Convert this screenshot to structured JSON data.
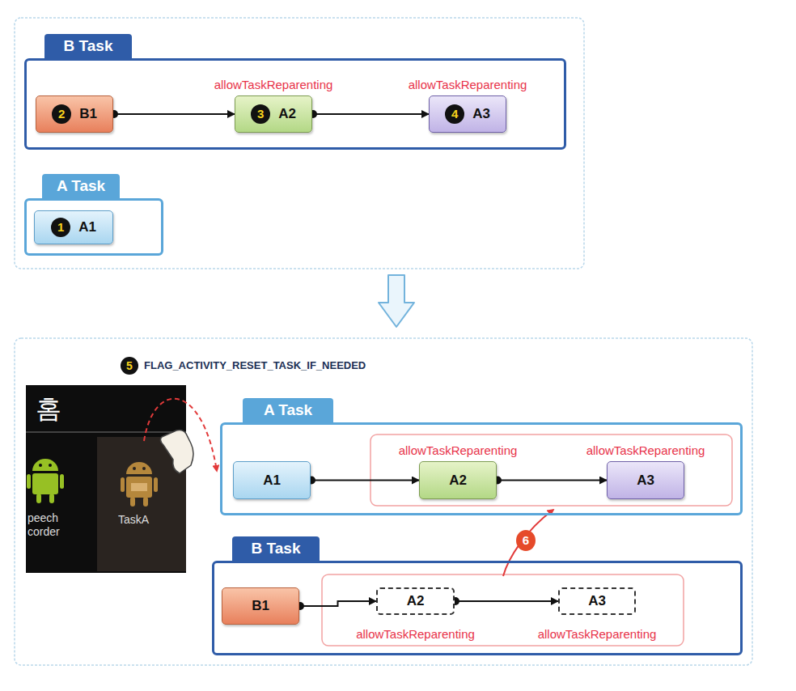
{
  "diagram": {
    "nodes": [
      {
        "text": [
          "B Task"
        ]
      },
      {
        "text": [
          "2",
          "B1"
        ],
        "in": 0
      },
      {
        "text": [
          "allowTaskReparenting",
          "3",
          "A2"
        ],
        "in": 0
      },
      {
        "text": [
          "allowTaskReparenting",
          "4",
          "A3"
        ],
        "in": 0
      },
      {
        "text": [
          "A Task"
        ]
      },
      {
        "text": [
          "1",
          "A1"
        ],
        "in": 4
      },
      {
        "text": [
          "A Task"
        ]
      },
      {
        "text": [
          "A1"
        ],
        "in": 6
      },
      {
        "text": [
          "allowTaskReparenting",
          "A2"
        ],
        "in": 6
      },
      {
        "text": [
          "allowTaskReparenting",
          "A3"
        ],
        "in": 6
      },
      {
        "text": [
          "B Task"
        ]
      },
      {
        "text": [
          "B1"
        ],
        "in": 10
      },
      {
        "text": [
          "A2",
          "allowTaskReparenting"
        ],
        "in": 10
      },
      {
        "text": [
          "A3",
          "allowTaskReparenting"
        ],
        "in": 10
      }
    ],
    "edges": [
      {
        "from": 1,
        "to": 2,
        "arrow": "to"
      },
      {
        "from": 2,
        "to": 3,
        "arrow": "to"
      },
      {
        "from": 7,
        "to": 8,
        "arrow": "to"
      },
      {
        "from": 8,
        "to": 9,
        "arrow": "to"
      },
      {
        "from": 11,
        "to": 12,
        "arrow": "to"
      },
      {
        "from": 12,
        "to": 13,
        "arrow": "to"
      }
    ],
    "labels": [
      "5",
      "FLAG_ACTIVITY_RESET_TASK_IF_NEEDED",
      "홈",
      "peech corder",
      "TaskA",
      "6"
    ]
  }
}
